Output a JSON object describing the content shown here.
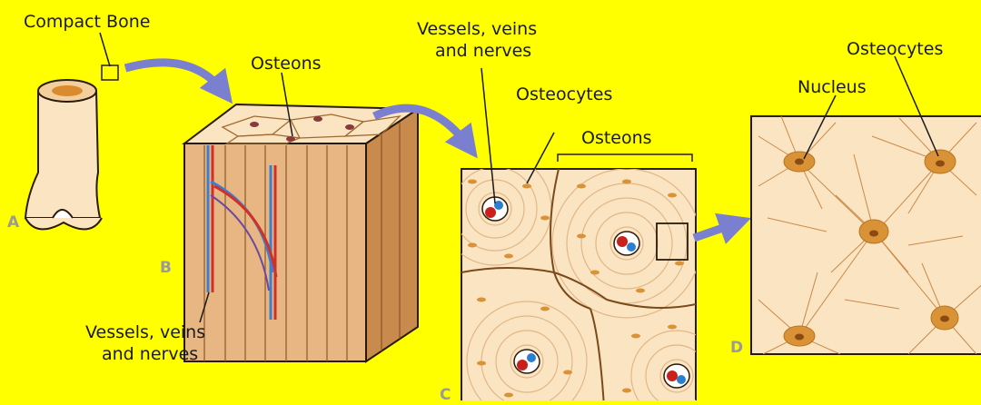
{
  "labels": {
    "compact_bone": "Compact Bone",
    "osteons_b": "Osteons",
    "vessels_b_line1": "Vessels, veins",
    "vessels_b_line2": "and nerves",
    "vessels_c_line1": "Vessels, veins",
    "vessels_c_line2": "and nerves",
    "osteocytes_c": "Osteocytes",
    "osteons_c": "Osteons",
    "osteocytes_d": "Osteocytes",
    "nucleus_d": "Nucleus"
  },
  "panels": {
    "a": "A",
    "b": "B",
    "c": "C",
    "d": "D"
  },
  "colors": {
    "background": "#ffff00",
    "bone_light": "#fbe4c2",
    "bone_mid": "#e8b682",
    "bone_dark": "#c98a4e",
    "outline": "#2a1a0a",
    "arrow": "#7b7fcf",
    "vessel_blue": "#3a7fd0",
    "vessel_red": "#d0302a",
    "osteocyte": "#d99236",
    "nucleus": "#8a4a12"
  }
}
